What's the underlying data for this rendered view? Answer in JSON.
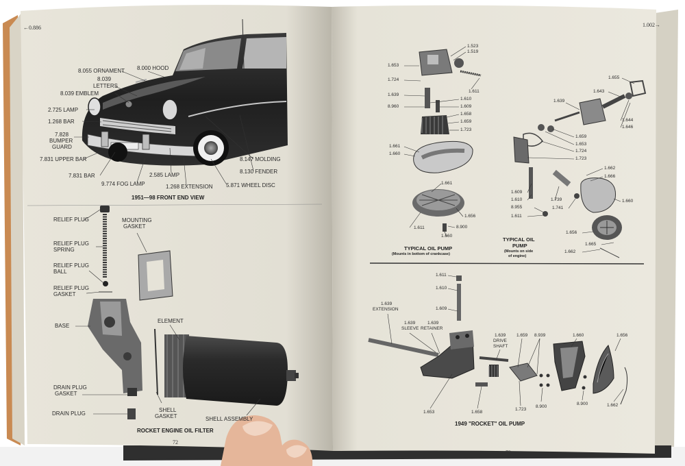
{
  "left_page": {
    "header_ref": "←0.886",
    "page_number": "72",
    "front_view": {
      "caption": "1951—98 FRONT END VIEW",
      "labels": {
        "ornament": "8.055 ORNAMENT",
        "hood": "8.000 HOOD",
        "letters_a": "8.039",
        "letters_b": "LETTERS",
        "emblem": "8.039 EMBLEM",
        "lamp": "2.725 LAMP",
        "bar_top": "1.268 BAR",
        "guard_a": "7.828",
        "guard_b": "BUMPER",
        "guard_c": "GUARD",
        "upper_bar": "7.831 UPPER BAR",
        "bar_lower": "7.831 BAR",
        "fog_lamp": "9.774 FOG LAMP",
        "lamp2": "2.585 LAMP",
        "extension": "1.268 EXTENSION",
        "molding": "8.147 MOLDING",
        "fender": "8.130 FENDER",
        "wheel_disc": "5.871 WHEEL DISC"
      }
    },
    "oil_filter": {
      "caption": "ROCKET ENGINE OIL FILTER",
      "labels": {
        "relief_plug": "RELIEF PLUG",
        "spring_a": "RELIEF PLUG",
        "spring_b": "SPRING",
        "ball_a": "RELIEF PLUG",
        "ball_b": "BALL",
        "rgasket_a": "RELIEF PLUG",
        "rgasket_b": "GASKET",
        "mount_a": "MOUNTING",
        "mount_b": "GASKET",
        "base": "BASE",
        "element": "ELEMENT",
        "dgasket_a": "DRAIN PLUG",
        "dgasket_b": "GASKET",
        "drain_plug": "DRAIN PLUG",
        "sgasket_a": "SHELL",
        "sgasket_b": "GASKET",
        "shell_assembly": "SHELL ASSEMBLY"
      }
    }
  },
  "right_page": {
    "header_ref": "1.002→",
    "page_number": "73",
    "pump_bottom": {
      "title": "TYPICAL OIL PUMP",
      "subtitle": "(Mounts in bottom of crankcase)",
      "labels": {
        "p1523": "1.523",
        "p1519": "1.519",
        "p1653": "1.653",
        "p1724": "1.724",
        "p1611": "1.611",
        "p1639": "1.639",
        "p1610": "1.610",
        "p8960": "8.960",
        "p1609": "1.609",
        "p1658": "1.658",
        "p1659": "1.659",
        "p1723": "1.723",
        "p1661": "1.661",
        "p1660": "1.660",
        "p1661b": "1.661",
        "p1656": "1.656",
        "p1611b": "1.611",
        "p1660b": "1.660",
        "p8900": "8.900"
      }
    },
    "pump_side": {
      "title_a": "TYPICAL OIL",
      "title_b": "PUMP",
      "subtitle_a": "(Mounts on side",
      "subtitle_b": "of engine)",
      "labels": {
        "p1655": "1.655",
        "p1643": "1.643",
        "p1639": "1.639",
        "p1644": "1.644",
        "p1646": "1.646",
        "p1659": "1.659",
        "p1653": "1.653",
        "p1724": "1.724",
        "p1723": "1.723",
        "p1662": "1.662",
        "p1666": "1.666",
        "p1609": "1.609",
        "p1610": "1.610",
        "p8955": "8.955",
        "p1611": "1.611",
        "p1739": "1.739",
        "p1741": "1.741",
        "p1660": "1.660",
        "p1656": "1.656",
        "p1665": "1.665",
        "p1662b": "1.662"
      }
    },
    "rocket_pump": {
      "caption": "1949 \"ROCKET\" OIL PUMP",
      "labels": {
        "p1611": "1.611",
        "p1610": "1.610",
        "p1609": "1.609",
        "ext_a": "1.639",
        "ext_b": "EXTENSION",
        "sleeve_a": "1.639",
        "sleeve_b": "SLEEVE",
        "ret_a": "1.639",
        "ret_b": "RETAINER",
        "drive_a": "1.639",
        "drive_b": "DRIVE",
        "drive_c": "SHAFT",
        "p1659": "1.659",
        "p8939": "8.939",
        "p1660": "1.660",
        "p1656": "1.656",
        "p1653": "1.653",
        "p1658": "1.658",
        "p1723": "1.723",
        "p8900": "8.900",
        "p8900b": "8.900",
        "p1662": "1.662"
      }
    }
  },
  "colors": {
    "background": "#ffffff",
    "paper": "#e9e6dc",
    "paper_shadow": "#c9c5b8",
    "cover_edge": "#c98a52",
    "ink": "#2a2a2a",
    "skin": "#e5b69a"
  }
}
